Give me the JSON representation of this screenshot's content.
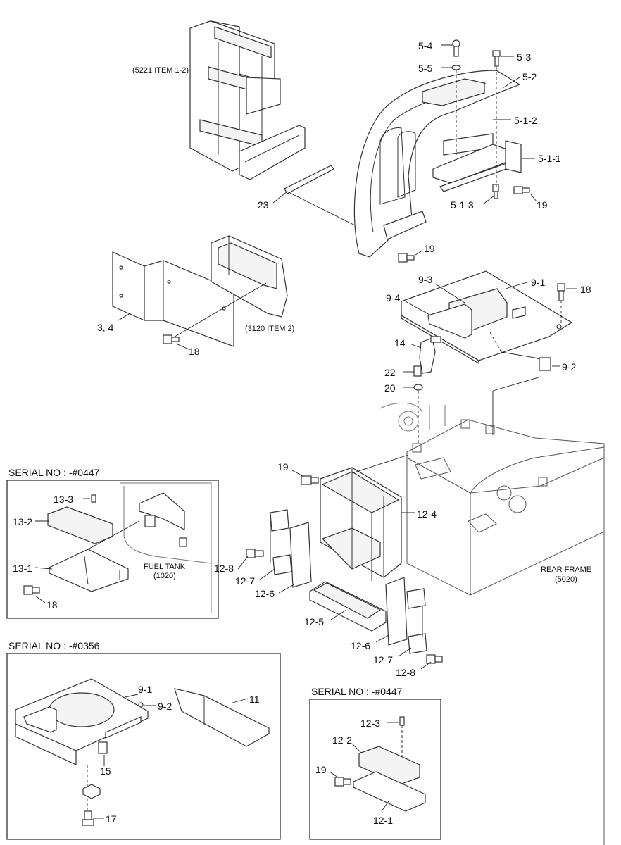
{
  "callouts": {
    "c5_4": "5-4",
    "c5_5": "5-5",
    "c5_3": "5-3",
    "c5_2": "5-2",
    "c5_1_2": "5-1-2",
    "c5_1_1": "5-1-1",
    "c5_1_3": "5-1-3",
    "c19_a": "19",
    "c19_b": "19",
    "c23": "23",
    "c3_4": "3, 4",
    "c18_a": "18",
    "c9_3": "9-3",
    "c9_4": "9-4",
    "c9_1": "9-1",
    "c18_b": "18",
    "c14": "14",
    "c22": "22",
    "c20": "20",
    "c9_2": "9-2",
    "c19_c": "19",
    "c12_4": "12-4",
    "c12_8_a": "12-8",
    "c12_7_a": "12-7",
    "c12_6_a": "12-6",
    "c12_5": "12-5",
    "c12_6_b": "12-6",
    "c12_7_b": "12-7",
    "c12_8_b": "12-8",
    "c13_3": "13-3",
    "c13_2": "13-2",
    "c13_1": "13-1",
    "c18_c": "18",
    "c9_1_b": "9-1",
    "c9_2_b": "9-2",
    "c11": "11",
    "c15": "15",
    "c17": "17",
    "c12_3": "12-3",
    "c12_2": "12-2",
    "c19_d": "19",
    "c12_1": "12-1"
  },
  "references": {
    "item_5221": "(5221 ITEM 1-2)",
    "item_3120": "(3120 ITEM 2)",
    "fuel_tank": "FUEL TANK",
    "fuel_tank_no": "(1020)",
    "rear_frame": "REAR FRAME",
    "rear_frame_no": "(5020)"
  },
  "insets": {
    "inset_a_title": "SERIAL NO : -#0447",
    "inset_b_title": "SERIAL NO : -#0356",
    "inset_c_title": "SERIAL NO : -#0447"
  }
}
